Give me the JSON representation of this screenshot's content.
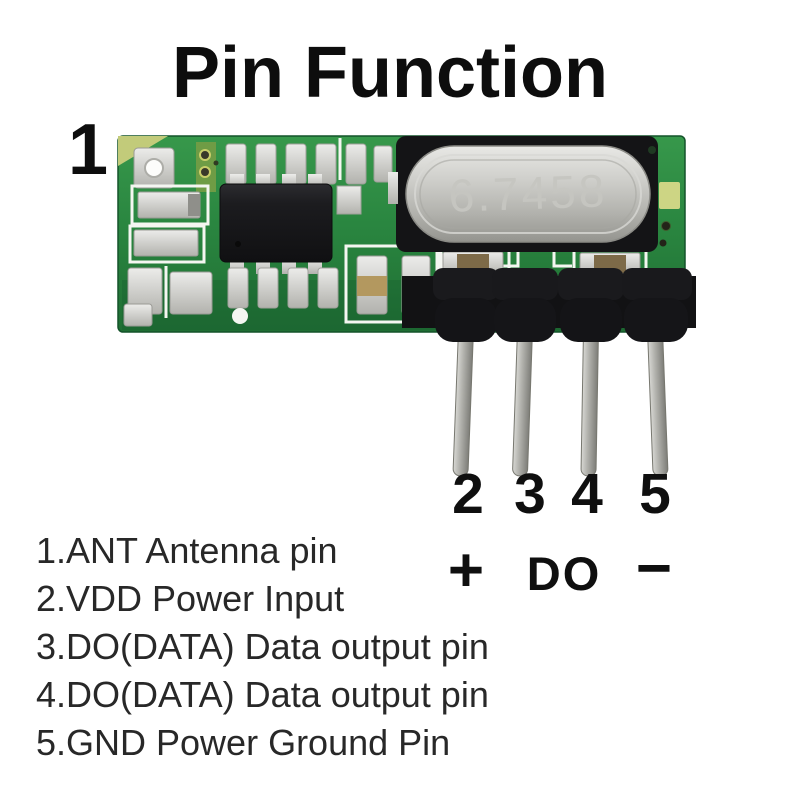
{
  "title": "Pin Function",
  "module": {
    "crystal_marking": "6.7458"
  },
  "annotations": {
    "pin1_label": "1",
    "pin_numbers": [
      "2",
      "3",
      "4",
      "5"
    ],
    "pin_symbols": {
      "plus": "+",
      "data": "DO",
      "minus": "−"
    }
  },
  "legend": {
    "items": [
      "1.ANT Antenna pin",
      "2.VDD Power Input",
      "3.DO(DATA) Data output pin",
      "4.DO(DATA) Data output pin",
      "5.GND Power Ground Pin"
    ]
  },
  "colors": {
    "background": "#ffffff",
    "pcb_green": "#2a8640",
    "pcb_green_dark": "#1f6e33",
    "silkscreen_white": "#f4f6f1",
    "ic_body": "#1c1c1f",
    "crystal_base": "#141416",
    "crystal_metal": "#bcbcb7",
    "header_plastic": "#121214",
    "pin_metal": "#a9a9a4",
    "smd_tan": "#b3985f",
    "label_text": "#0d0d0d"
  }
}
